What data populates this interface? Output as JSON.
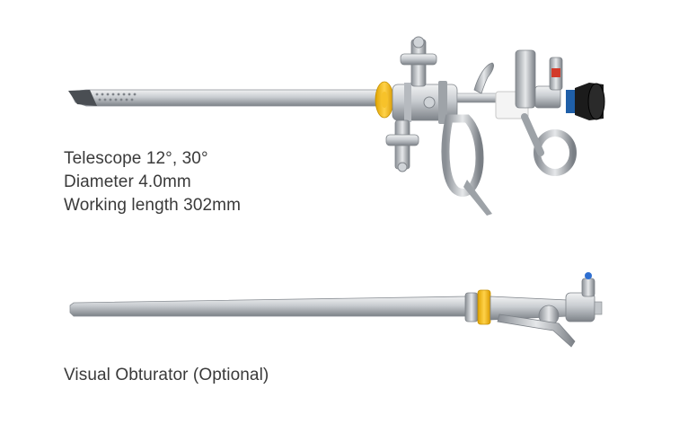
{
  "specs": {
    "telescope": "Telescope 12°, 30°",
    "diameter": "Diameter 4.0mm",
    "working_length": "Working length 302mm"
  },
  "obturator": {
    "caption": "Visual Obturator (Optional)"
  },
  "colors": {
    "steel_light": "#d9dcdf",
    "steel_mid": "#a9adb2",
    "steel_dark": "#6f747a",
    "accent_yellow": "#f2b705",
    "eyepiece_black": "#1b1b1b",
    "eyepiece_blue": "#1f5fa8",
    "seal_white": "#f4f4f4"
  }
}
